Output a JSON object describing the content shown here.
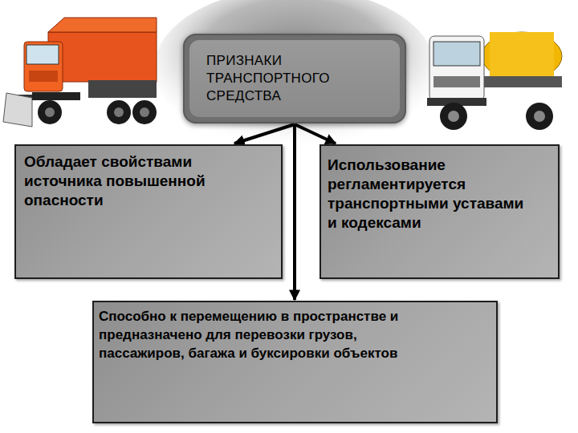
{
  "diagram": {
    "nodes": [
      {
        "text": [
          "ПРИЗНАКИ ТРАНСПОРТНОГО СРЕДСТВА"
        ]
      },
      {
        "text": [
          "Обладает свойствами источника повышенной опасности"
        ]
      },
      {
        "text": [
          "Использование регламентируется транспортными уставами и кодексами"
        ]
      },
      {
        "text": [
          "Способно к перемещению в пространстве и предназначено для перевозки грузов, пассажиров, багажа и буксировки объектов"
        ]
      }
    ],
    "edges": [
      {
        "from": 0,
        "to": 1,
        "arrow": "to"
      },
      {
        "from": 0,
        "to": 2,
        "arrow": "to"
      },
      {
        "from": 0,
        "to": 3,
        "arrow": "to"
      }
    ]
  }
}
